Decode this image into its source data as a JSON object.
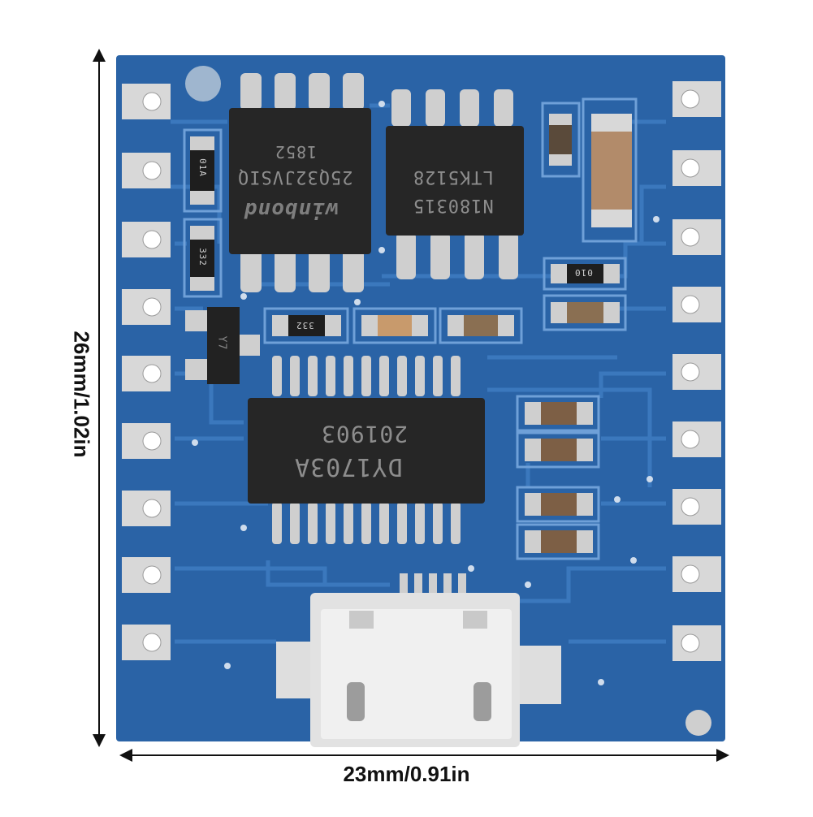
{
  "dimensions": {
    "width_label": "23mm/0.91in",
    "height_label": "26mm/1.02in"
  },
  "chips": {
    "flash": {
      "line1": "winbond",
      "line2": "25Q32JVSIQ",
      "line3": "1852"
    },
    "amp": {
      "line1": "LTK5128",
      "line2": "N180315"
    },
    "mcu": {
      "line1": "DY1703A",
      "line2": "201903"
    }
  },
  "passives": {
    "r1": "01A",
    "r2": "332",
    "r3": "332",
    "r4": "010",
    "transistor": "Y7"
  },
  "colors": {
    "pcb_blue": "#2a63a6",
    "trace_blue": "#3b78bd",
    "chip_black": "#262626",
    "pad_silver": "#cfcfcf",
    "ceramic_tan": "#c89a6c"
  }
}
